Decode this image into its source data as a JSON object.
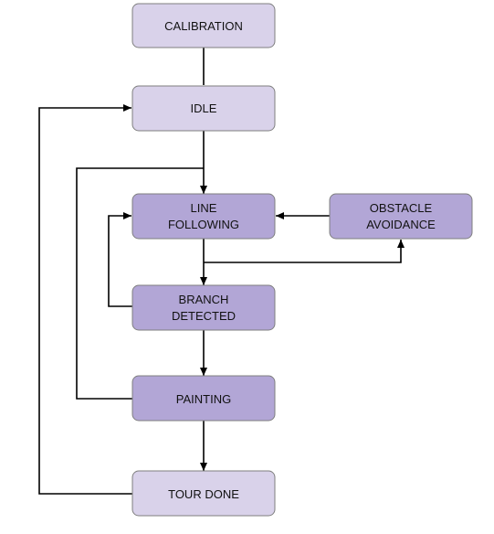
{
  "colors": {
    "light_state_fill": "#d9d2ea",
    "dark_state_fill": "#b2a6d6",
    "state_border": "#7f7f7f",
    "edge": "#000000"
  },
  "states": {
    "calibration": {
      "lines": [
        "CALIBRATION"
      ],
      "style": "light"
    },
    "idle": {
      "lines": [
        "IDLE"
      ],
      "style": "light"
    },
    "line_following": {
      "lines": [
        "LINE",
        "FOLLOWING"
      ],
      "style": "dark"
    },
    "obstacle_avoidance": {
      "lines": [
        "OBSTACLE",
        "AVOIDANCE"
      ],
      "style": "dark"
    },
    "branch_detected": {
      "lines": [
        "BRANCH",
        "DETECTED"
      ],
      "style": "dark"
    },
    "painting": {
      "lines": [
        "PAINTING"
      ],
      "style": "dark"
    },
    "tour_done": {
      "lines": [
        "TOUR DONE"
      ],
      "style": "light"
    }
  },
  "transitions": [
    {
      "from": "calibration",
      "to": "idle"
    },
    {
      "from": "idle",
      "to": "line_following"
    },
    {
      "from": "line_following",
      "to": "branch_detected"
    },
    {
      "from": "line_following",
      "to": "obstacle_avoidance"
    },
    {
      "from": "obstacle_avoidance",
      "to": "line_following"
    },
    {
      "from": "branch_detected",
      "to": "line_following"
    },
    {
      "from": "branch_detected",
      "to": "painting"
    },
    {
      "from": "painting",
      "to": "line_following"
    },
    {
      "from": "painting",
      "to": "tour_done"
    },
    {
      "from": "tour_done",
      "to": "idle"
    }
  ]
}
